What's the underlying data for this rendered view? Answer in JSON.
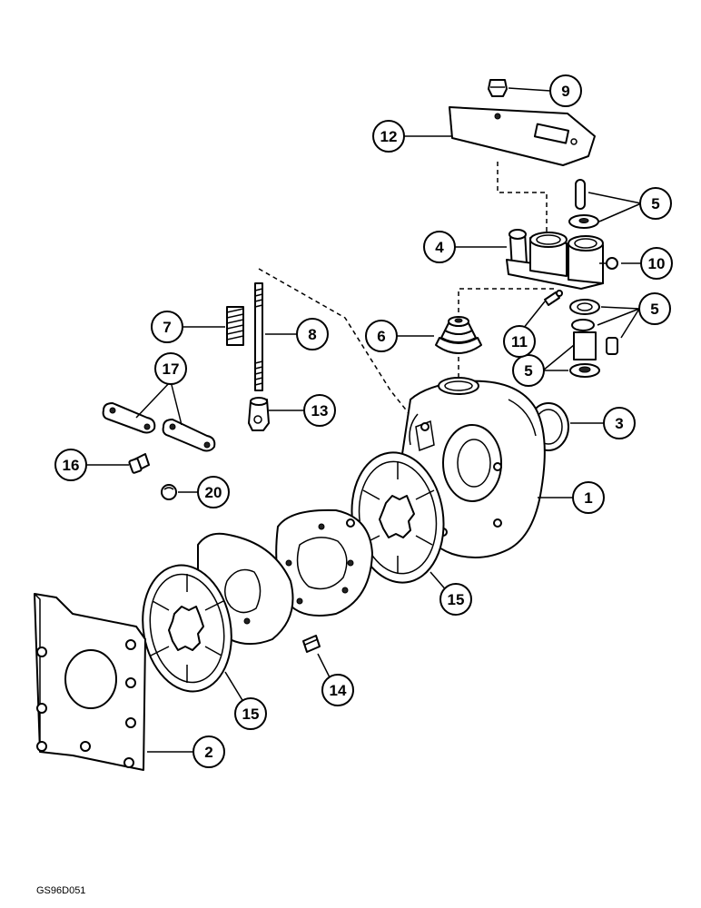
{
  "diagram": {
    "doc_code": "GS96D051",
    "callouts": [
      {
        "id": "c1",
        "label": "1"
      },
      {
        "id": "c2",
        "label": "2"
      },
      {
        "id": "c3",
        "label": "3"
      },
      {
        "id": "c4",
        "label": "4"
      },
      {
        "id": "c5a",
        "label": "5"
      },
      {
        "id": "c5b",
        "label": "5"
      },
      {
        "id": "c5c",
        "label": "5"
      },
      {
        "id": "c6",
        "label": "6"
      },
      {
        "id": "c7",
        "label": "7"
      },
      {
        "id": "c8",
        "label": "8"
      },
      {
        "id": "c9",
        "label": "9"
      },
      {
        "id": "c10",
        "label": "10"
      },
      {
        "id": "c11",
        "label": "11"
      },
      {
        "id": "c12",
        "label": "12"
      },
      {
        "id": "c13",
        "label": "13"
      },
      {
        "id": "c14",
        "label": "14"
      },
      {
        "id": "c15a",
        "label": "15"
      },
      {
        "id": "c15b",
        "label": "15"
      },
      {
        "id": "c16",
        "label": "16"
      },
      {
        "id": "c17",
        "label": "17"
      },
      {
        "id": "c20",
        "label": "20"
      }
    ]
  }
}
